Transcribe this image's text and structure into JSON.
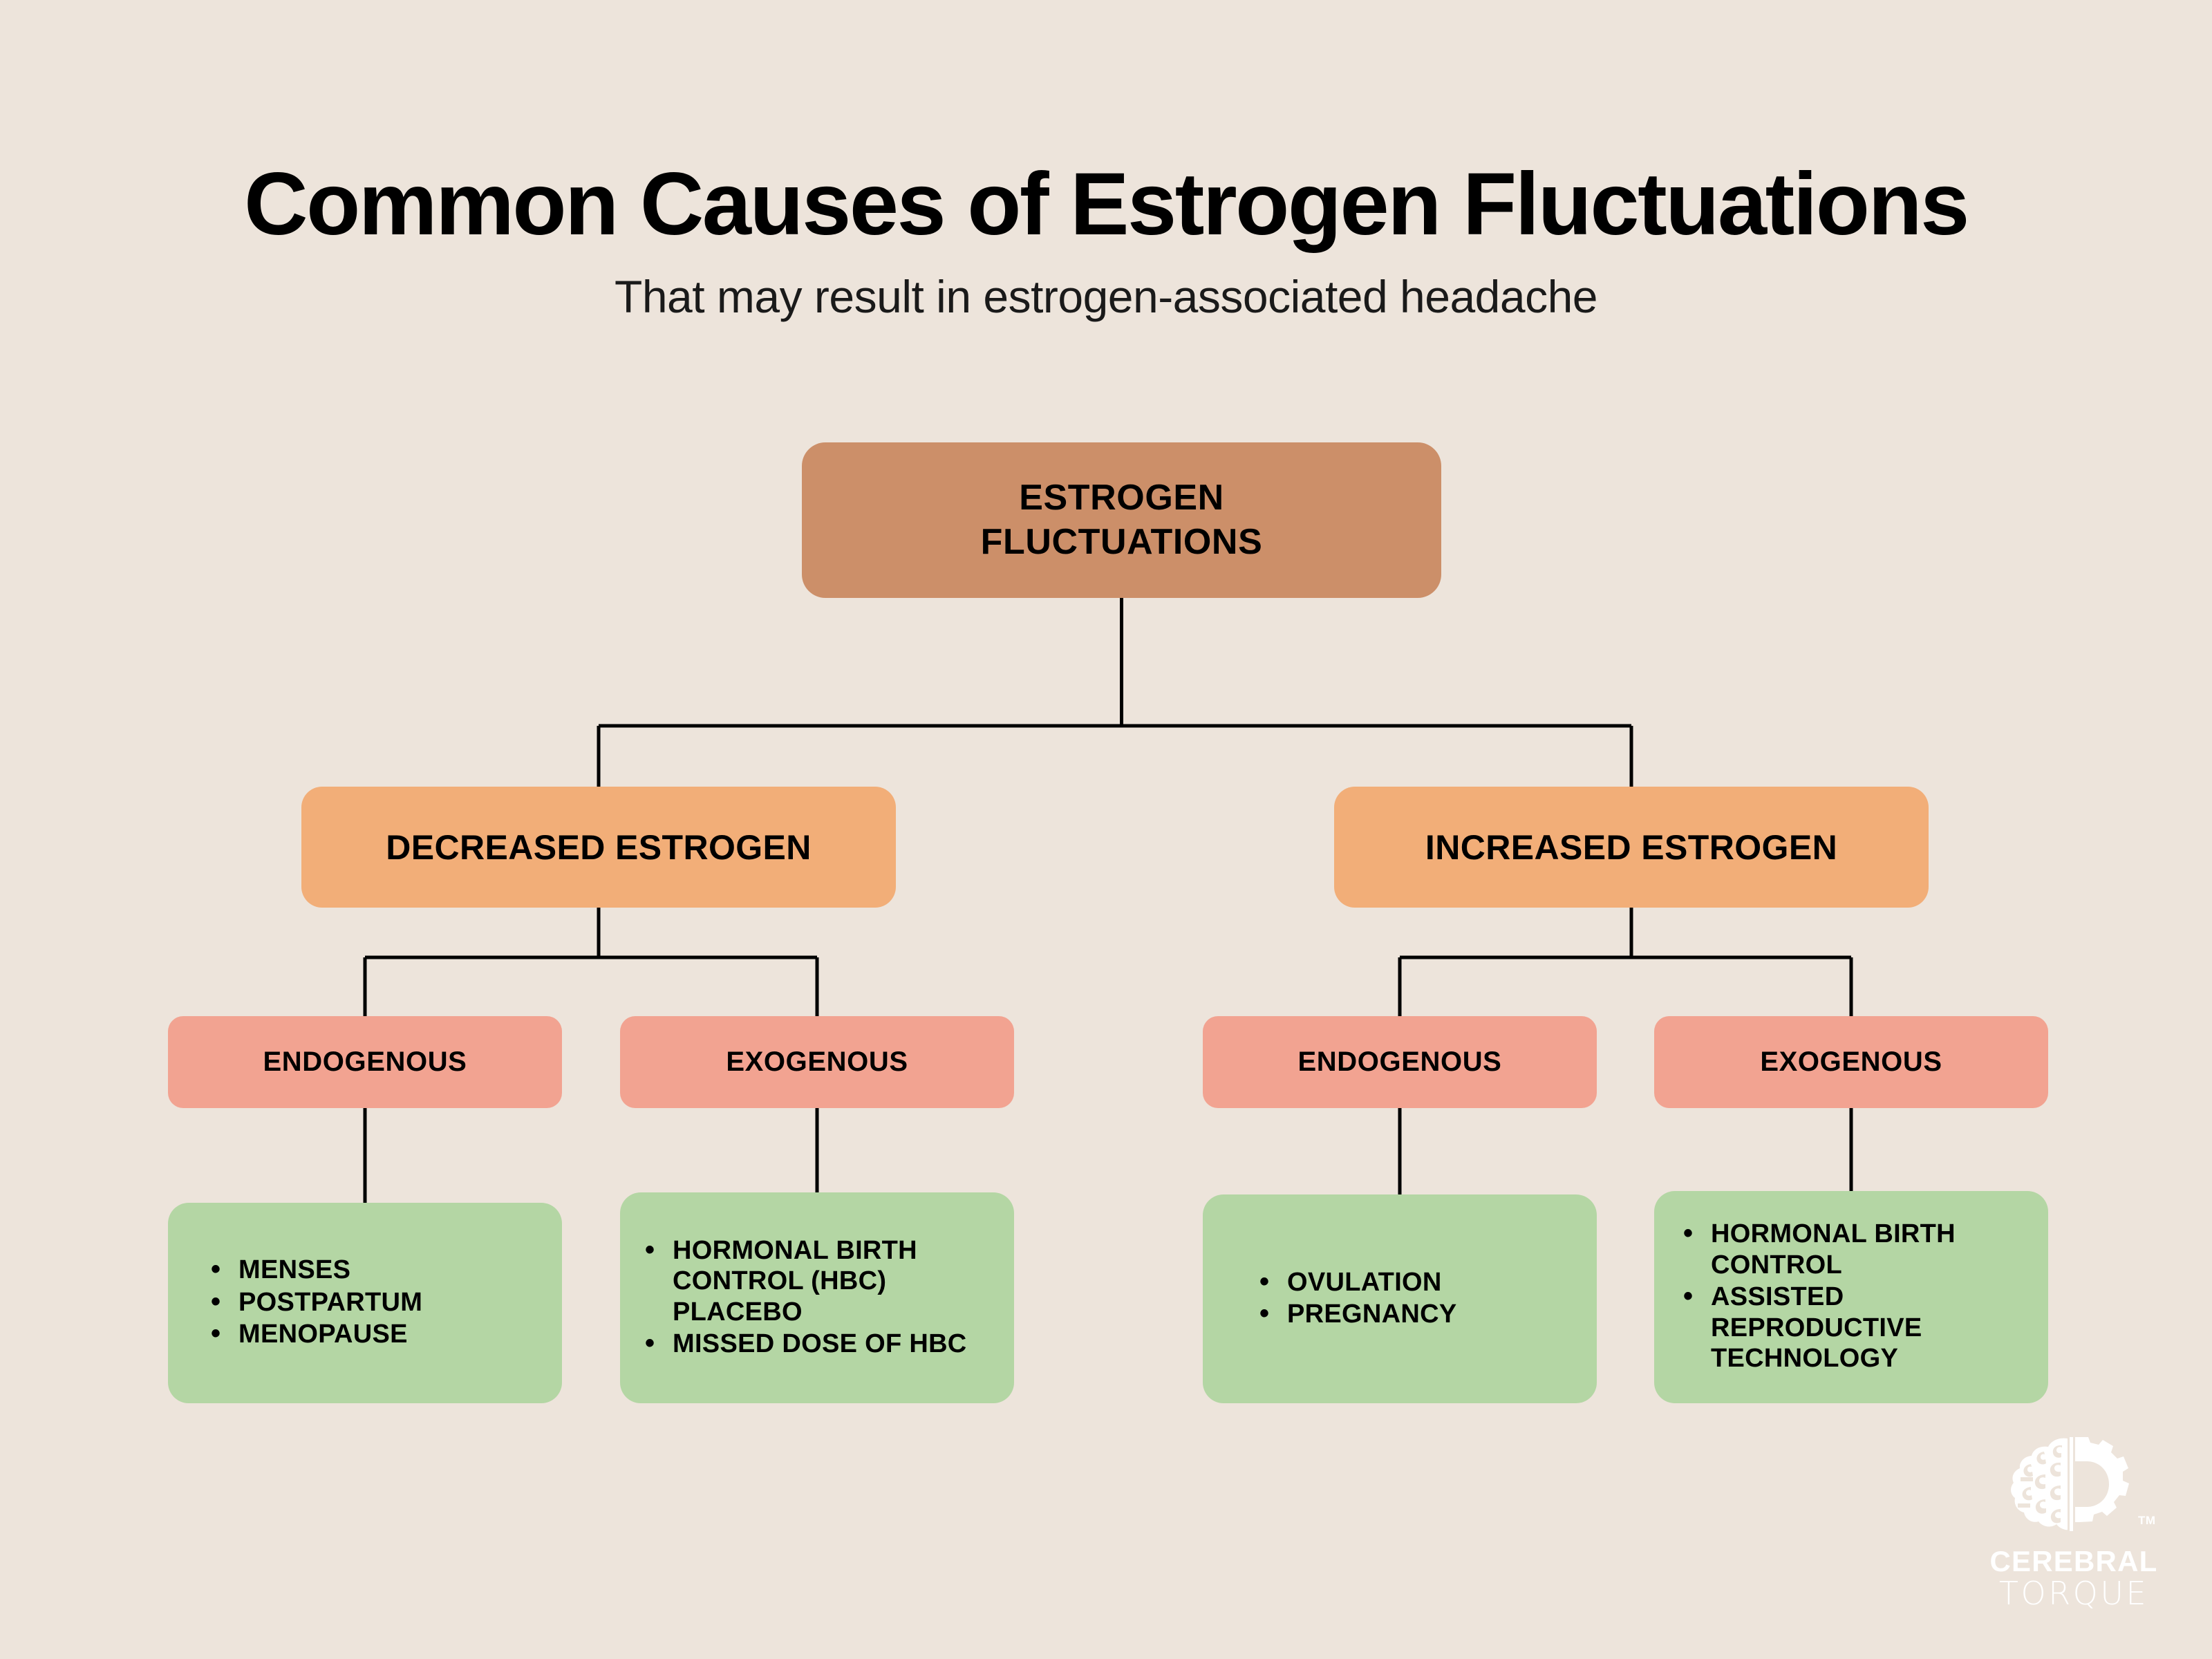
{
  "header": {
    "title": "Common Causes of Estrogen Fluctuations",
    "subtitle": "That may result in estrogen-associated headache"
  },
  "colors": {
    "background": "#EDE4DB",
    "root_node": "#CC8F69",
    "level2_node": "#F2AE78",
    "level3_node": "#F2A391",
    "leaf_node": "#B4D6A4",
    "connector": "#000000",
    "text": "#000000",
    "logo": "#FFFFFF"
  },
  "diagram": {
    "type": "tree",
    "root": {
      "label": "ESTROGEN\nFLUCTUATIONS",
      "line1": "ESTROGEN",
      "line2": "FLUCTUATIONS"
    },
    "branches": [
      {
        "label": "DECREASED ESTROGEN",
        "children": [
          {
            "label": "ENDOGENOUS",
            "items": [
              "MENSES",
              "POSTPARTUM",
              "MENOPAUSE"
            ]
          },
          {
            "label": "EXOGENOUS",
            "items": [
              "HORMONAL BIRTH CONTROL (HBC) PLACEBO",
              "MISSED DOSE OF HBC"
            ]
          }
        ]
      },
      {
        "label": "INCREASED ESTROGEN",
        "children": [
          {
            "label": "ENDOGENOUS",
            "items": [
              "OVULATION",
              "PREGNANCY"
            ]
          },
          {
            "label": "EXOGENOUS",
            "items": [
              "HORMONAL BIRTH CONTROL",
              "ASSISTED REPRODUCTIVE TECHNOLOGY"
            ]
          }
        ]
      }
    ]
  },
  "logo": {
    "word1": "CEREBRAL",
    "word2": "TORQUE",
    "trademark": "TM"
  }
}
